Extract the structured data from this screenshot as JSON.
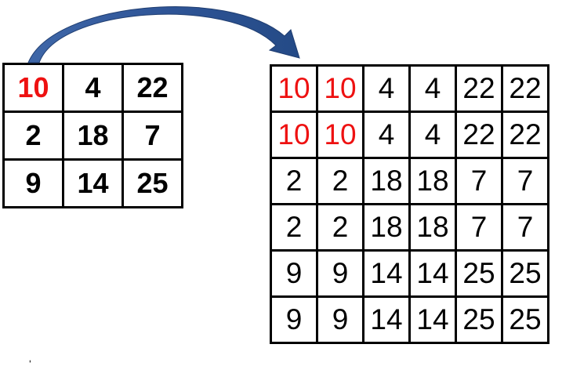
{
  "small_matrix": {
    "rows": [
      [
        "10",
        "4",
        "22"
      ],
      [
        "2",
        "18",
        "7"
      ],
      [
        "9",
        "14",
        "25"
      ]
    ]
  },
  "large_matrix": {
    "rows": [
      [
        "10",
        "10",
        "4",
        "4",
        "22",
        "22"
      ],
      [
        "10",
        "10",
        "4",
        "4",
        "22",
        "22"
      ],
      [
        "2",
        "2",
        "18",
        "18",
        "7",
        "7"
      ],
      [
        "2",
        "2",
        "18",
        "18",
        "7",
        "7"
      ],
      [
        "9",
        "9",
        "14",
        "14",
        "25",
        "25"
      ],
      [
        "9",
        "9",
        "14",
        "14",
        "25",
        "25"
      ]
    ]
  },
  "colors": {
    "highlight": "#ee1111",
    "arrow": "#2f5597",
    "grid_line": "#000000"
  },
  "bottom_fragment": "ˌ ˈ"
}
